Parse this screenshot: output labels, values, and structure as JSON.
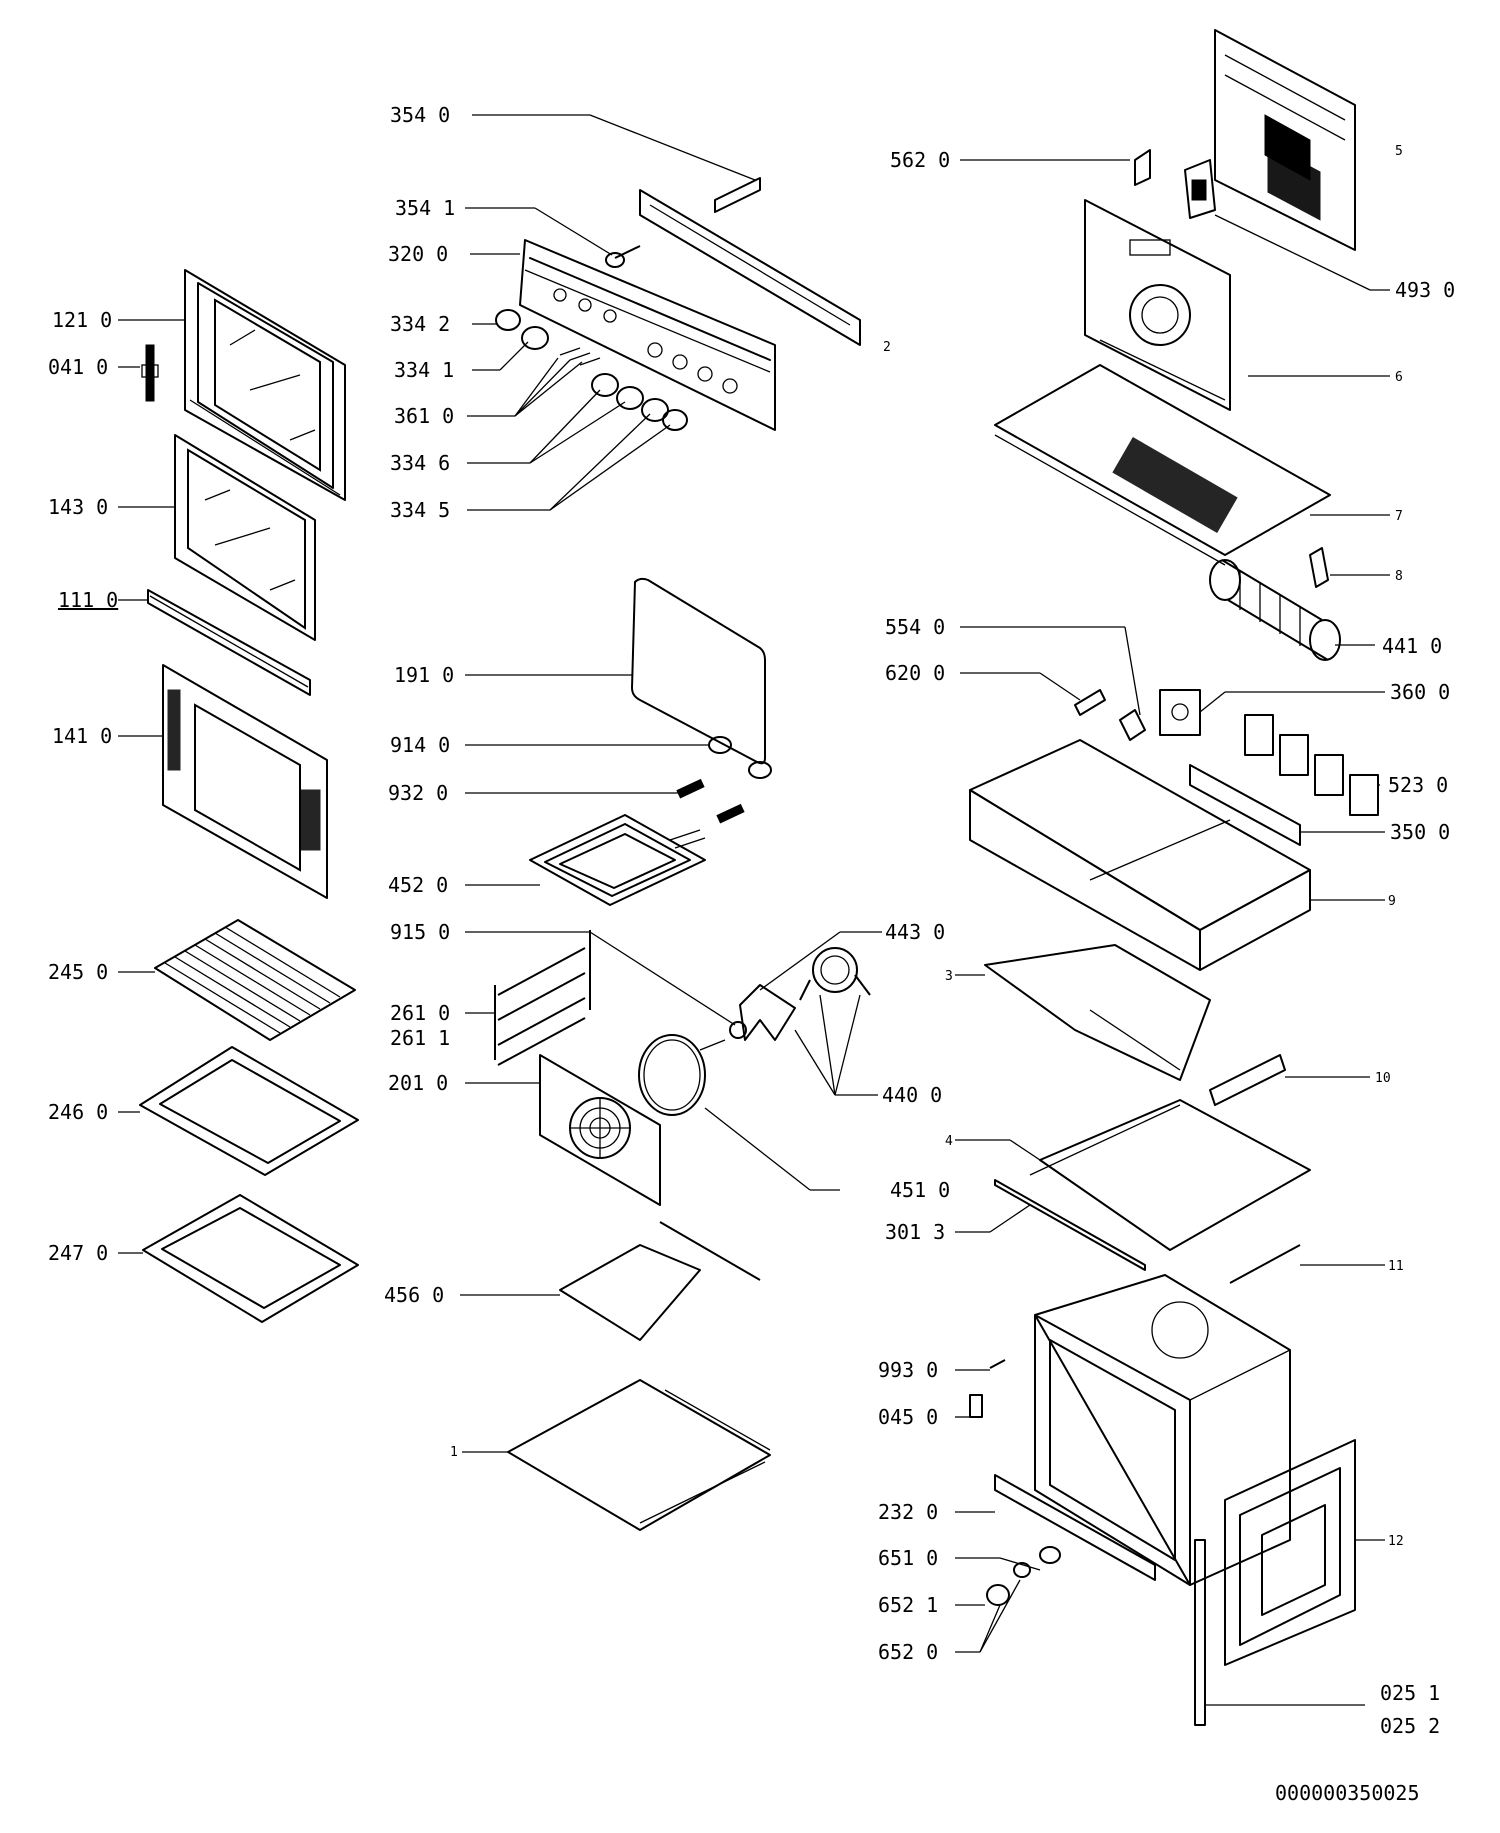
{
  "labels": [
    {
      "id": "l-354-0",
      "text": "354  0"
    },
    {
      "id": "l-354-1",
      "text": "354  1"
    },
    {
      "id": "l-320-0",
      "text": "320  0"
    },
    {
      "id": "l-334-2",
      "text": "334  2"
    },
    {
      "id": "l-334-1",
      "text": "334  1"
    },
    {
      "id": "l-361-0",
      "text": "361  0"
    },
    {
      "id": "l-334-6",
      "text": "334  6"
    },
    {
      "id": "l-334-5",
      "text": "334  5"
    },
    {
      "id": "l-121-0",
      "text": "121  0"
    },
    {
      "id": "l-041-0",
      "text": "041  0"
    },
    {
      "id": "l-143-0",
      "text": "143  0"
    },
    {
      "id": "l-111-0",
      "text": "111  0"
    },
    {
      "id": "l-141-0",
      "text": "141  0"
    },
    {
      "id": "l-245-0",
      "text": "245  0"
    },
    {
      "id": "l-246-0",
      "text": "246  0"
    },
    {
      "id": "l-247-0",
      "text": "247  0"
    },
    {
      "id": "l-191-0",
      "text": "191  0"
    },
    {
      "id": "l-914-0",
      "text": "914  0"
    },
    {
      "id": "l-932-0",
      "text": "932  0"
    },
    {
      "id": "l-452-0",
      "text": "452  0"
    },
    {
      "id": "l-915-0",
      "text": "915  0"
    },
    {
      "id": "l-261-0",
      "text": "261  0"
    },
    {
      "id": "l-261-1",
      "text": "261  1"
    },
    {
      "id": "l-201-0",
      "text": "201  0"
    },
    {
      "id": "l-456-0",
      "text": "456  0"
    },
    {
      "id": "l-443-0",
      "text": "443  0"
    },
    {
      "id": "l-440-0",
      "text": "440  0"
    },
    {
      "id": "l-451-0",
      "text": "451  0"
    },
    {
      "id": "l-562-0",
      "text": "562  0"
    },
    {
      "id": "l-493-0",
      "text": "493  0"
    },
    {
      "id": "l-554-0",
      "text": "554  0"
    },
    {
      "id": "l-620-0",
      "text": "620  0"
    },
    {
      "id": "l-441-0",
      "text": "441  0"
    },
    {
      "id": "l-360-0",
      "text": "360  0"
    },
    {
      "id": "l-523-0",
      "text": "523  0"
    },
    {
      "id": "l-350-0",
      "text": "350  0"
    },
    {
      "id": "l-301-3",
      "text": "301  3"
    },
    {
      "id": "l-993-0",
      "text": "993  0"
    },
    {
      "id": "l-045-0",
      "text": "045  0"
    },
    {
      "id": "l-232-0",
      "text": "232  0"
    },
    {
      "id": "l-651-0",
      "text": "651  0"
    },
    {
      "id": "l-652-1",
      "text": "652  1"
    },
    {
      "id": "l-652-0",
      "text": "652  0"
    },
    {
      "id": "l-025-1",
      "text": "025  1"
    },
    {
      "id": "l-025-2",
      "text": "025  2"
    }
  ],
  "numbers": [
    {
      "id": "n-1",
      "text": "1"
    },
    {
      "id": "n-2",
      "text": "2"
    },
    {
      "id": "n-3a",
      "text": "3"
    },
    {
      "id": "n-4",
      "text": "4"
    },
    {
      "id": "n-5",
      "text": "5"
    },
    {
      "id": "n-6",
      "text": "6"
    },
    {
      "id": "n-7",
      "text": "7"
    },
    {
      "id": "n-8",
      "text": "8"
    },
    {
      "id": "n-9",
      "text": "9"
    },
    {
      "id": "n-10",
      "text": "10"
    },
    {
      "id": "n-11",
      "text": "11"
    },
    {
      "id": "n-12",
      "text": "12"
    }
  ],
  "footer_code": "000000350025"
}
